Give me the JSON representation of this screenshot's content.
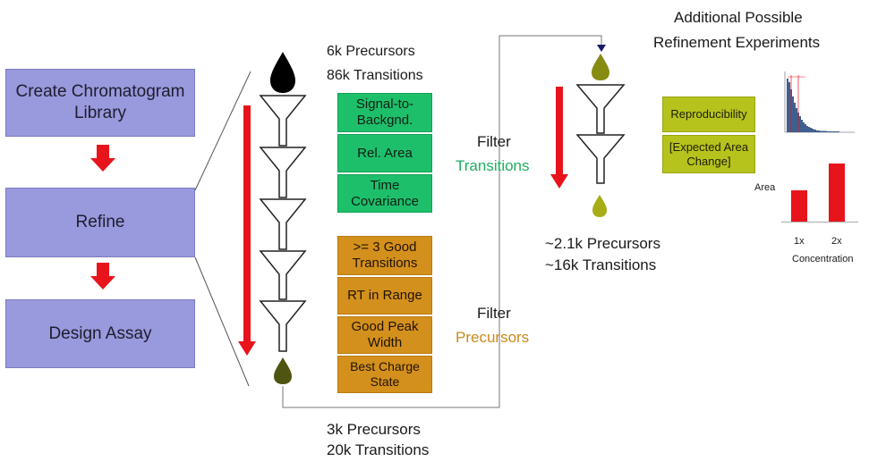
{
  "workflow": {
    "step1": {
      "line1": "Create Chromatogram",
      "line2": "Library"
    },
    "step2": "Refine",
    "step3": "Design Assay"
  },
  "top_counts": {
    "precursors": "6k Precursors",
    "transitions": "86k Transitions"
  },
  "transition_filters": {
    "f1": {
      "line1": "Signal-to-",
      "line2": "Backgnd."
    },
    "f2": "Rel. Area",
    "f3": {
      "line1": "Time",
      "line2": "Covariance"
    }
  },
  "precursor_filters": {
    "f1": {
      "line1": ">= 3 Good",
      "line2": "Transitions"
    },
    "f2": "RT in Range",
    "f3": {
      "line1": "Good Peak",
      "line2": "Width"
    },
    "f4": {
      "line1": "Best Charge",
      "line2": "State"
    }
  },
  "filter_transitions": {
    "word": "Filter",
    "label": "Transitions"
  },
  "filter_precursors": {
    "word": "Filter",
    "label": "Precursors"
  },
  "bottom_counts": {
    "precursors": "3k Precursors",
    "transitions": "20k Transitions"
  },
  "right_counts": {
    "precursors": "~2.1k Precursors",
    "transitions": "~16k Transitions"
  },
  "additional": {
    "title_line1": "Additional Possible",
    "title_line2": "Refinement Experiments",
    "box1": "Reproducibility",
    "box2": {
      "line1": "[Expected Area",
      "line2": "Change]"
    }
  },
  "mini_bar": {
    "ylabel": "Area",
    "xlabel": "Concentration",
    "categories": [
      "1x",
      "2x"
    ]
  },
  "colors": {
    "workflow": "#9999dd",
    "arrow_red": "#e8141c",
    "green": "#1ebf6a",
    "orange": "#d4901c",
    "olive": "#b6c31d",
    "drop_dark": "#4f5510",
    "drop_olive": "#a7ad16"
  }
}
